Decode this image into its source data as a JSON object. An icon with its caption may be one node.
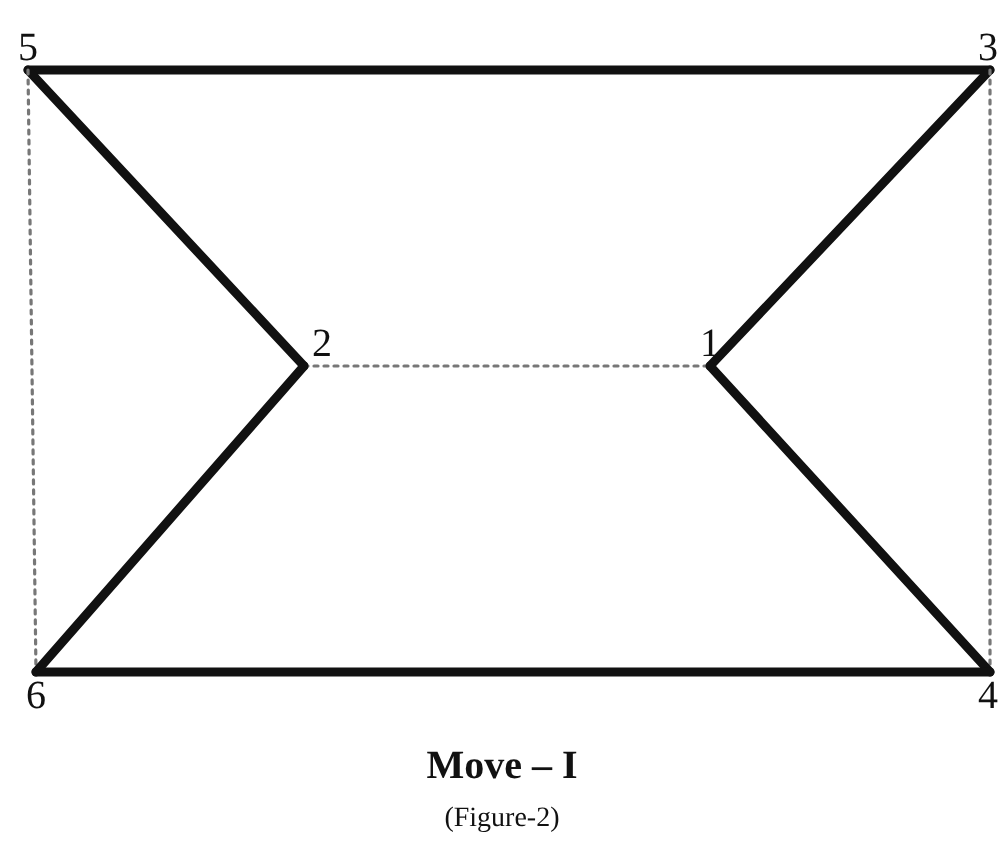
{
  "diagram": {
    "caption": "Move – I",
    "nodes": [
      {
        "text": [
          "5"
        ]
      },
      {
        "text": [
          "3"
        ]
      },
      {
        "text": [
          "2"
        ]
      },
      {
        "text": [
          "1"
        ]
      },
      {
        "text": [
          "6"
        ]
      },
      {
        "text": [
          "4"
        ]
      }
    ],
    "edges": [
      {
        "from": 0,
        "to": 1,
        "arrow": "none"
      },
      {
        "from": 0,
        "to": 2,
        "arrow": "none"
      },
      {
        "from": 1,
        "to": 3,
        "arrow": "none"
      },
      {
        "from": 2,
        "to": 3,
        "arrow": "none",
        "style": "dashed",
        "color": "#777777"
      },
      {
        "from": 0,
        "to": 4,
        "arrow": "none",
        "style": "dashed",
        "color": "#777777"
      },
      {
        "from": 1,
        "to": 5,
        "arrow": "none",
        "style": "dashed",
        "color": "#777777"
      },
      {
        "from": 2,
        "to": 4,
        "arrow": "none"
      },
      {
        "from": 3,
        "to": 5,
        "arrow": "none"
      },
      {
        "from": 4,
        "to": 5,
        "arrow": "none"
      }
    ],
    "labels": [
      "(Figure-2)"
    ]
  }
}
